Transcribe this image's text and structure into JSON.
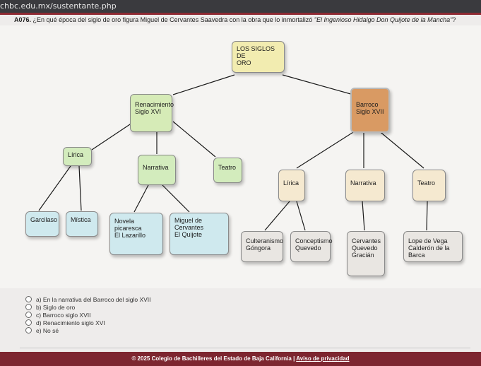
{
  "browser": {
    "url": "chbc.edu.mx/sustentante.php"
  },
  "question": {
    "id": "A076.",
    "text_before": "¿En qué época del siglo de oro figura Miguel de Cervantes Saavedra con la obra que lo inmortalizó ",
    "work_title": "\"El Ingenioso Hidalgo Don Quijote de la Mancha\"",
    "text_after": "?"
  },
  "diagram": {
    "root": "LOS SIGLOS DE\nORO",
    "renacimiento": "Renacimiento\nSiglo XVI",
    "barroco": "Barroco\nSiglo XVII",
    "ren_lirica": "Lírica",
    "ren_narrativa": "Narrativa",
    "ren_teatro": "Teatro",
    "garcilaso": "Garcilaso",
    "mistica": "Mística",
    "novela_picaresca": "Novela picaresca\nEl Lazarillo",
    "cervantes_quijote": "Miguel de Cervantes\nEl Quijote",
    "bar_lirica": "Lírica",
    "bar_narrativa": "Narrativa",
    "bar_teatro": "Teatro",
    "culteranismo": "Culteranismo\nGóngora",
    "conceptismo": "Conceptismo\nQuevedo",
    "cervantes_quevedo": "Cervantes\nQuevedo\nGracián",
    "lope": "Lope de Vega\nCalderón de la Barca"
  },
  "options": [
    {
      "label": "a) En la narrativa del Barroco del siglo XVII"
    },
    {
      "label": "b) Siglo de oro"
    },
    {
      "label": "c) Barroco siglo XVII"
    },
    {
      "label": "d) Renacimiento siglo XVI"
    },
    {
      "label": "e) No sé"
    }
  ],
  "footer": {
    "copyright": "© 2025 Colegio de Bachilleres del Estado de Baja California | ",
    "privacy_link": "Aviso de privacidad"
  }
}
